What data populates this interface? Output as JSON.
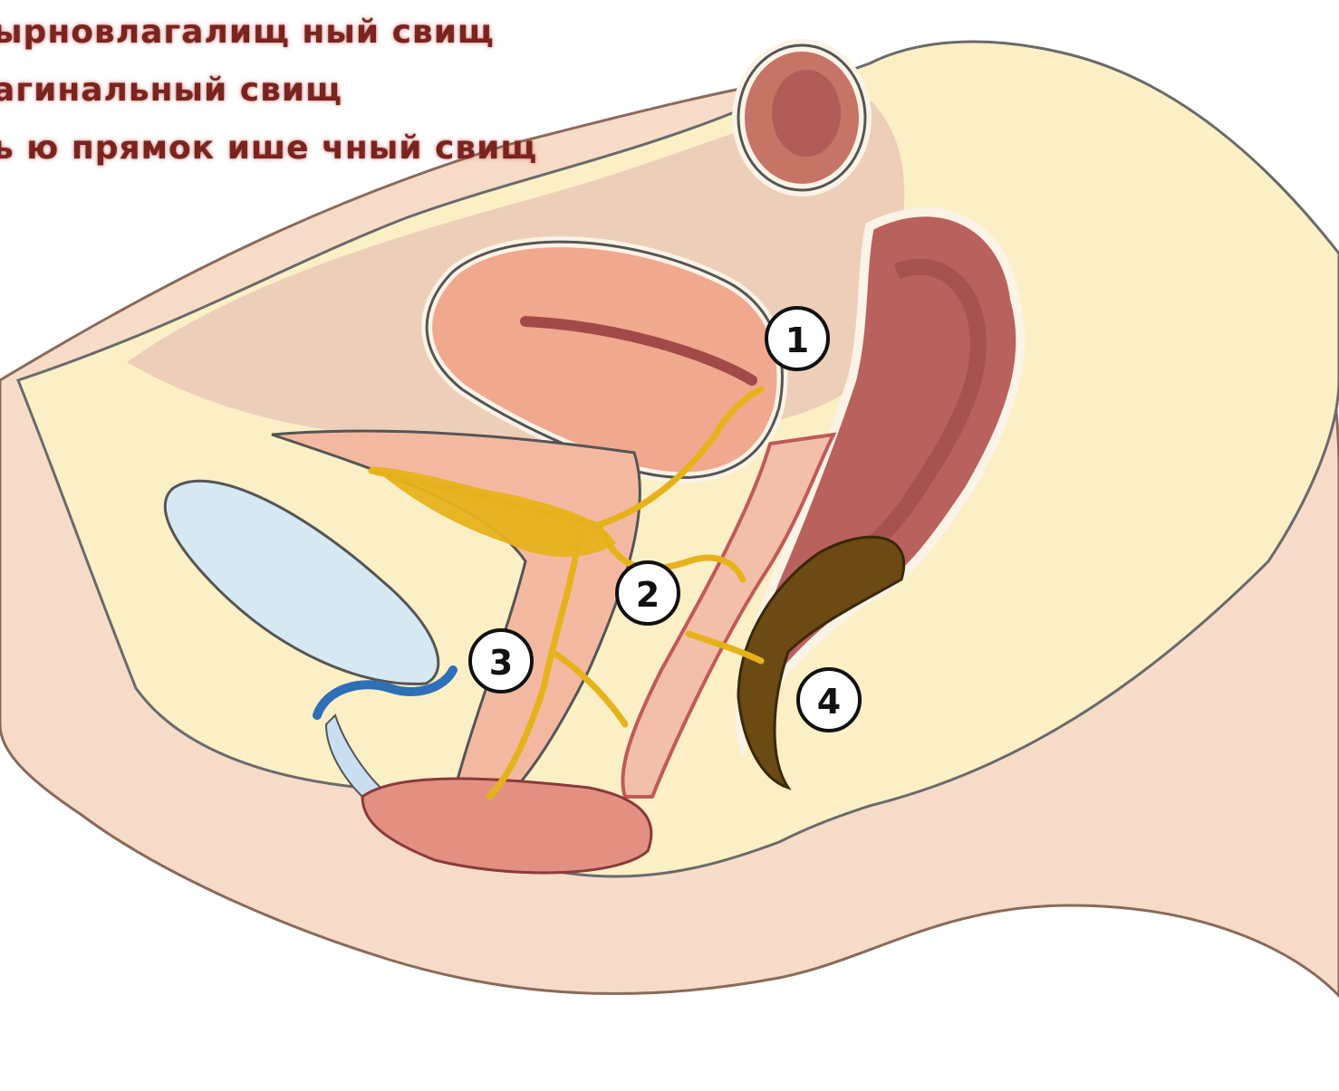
{
  "legend": [
    "ырновлагалищ ный свищ",
    "агинальный свищ",
    "ь ю прямок ише чный свищ"
  ],
  "markers": [
    "1",
    "2",
    "3",
    "4"
  ],
  "colors": {
    "skin": "#f6dcc8",
    "fat": "#fbefc6",
    "uterus": "#f0a88e",
    "rectum": "#b65a56",
    "fistula": "#e6b21c",
    "bladder": "#d6e8f2",
    "feces": "#6b4a14",
    "outline": "#555555"
  }
}
